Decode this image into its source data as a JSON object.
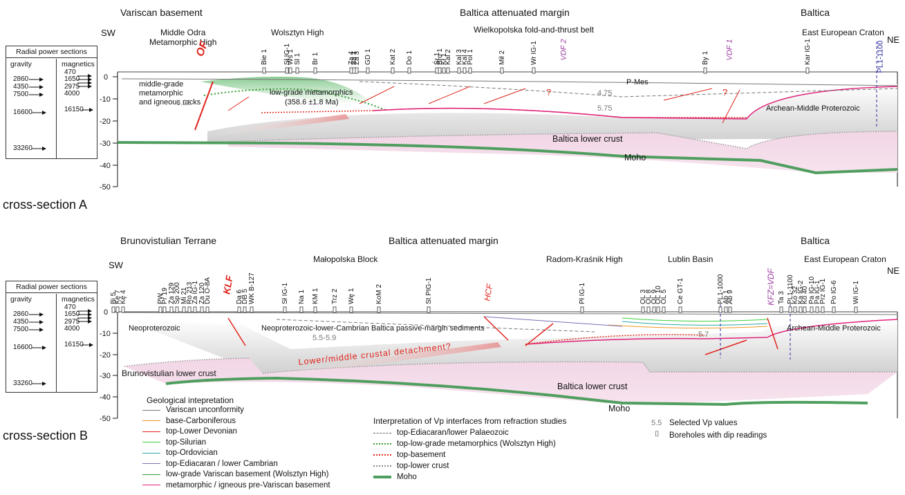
{
  "sectionA": {
    "label": "cross-section A",
    "sw": "SW",
    "ne": "NE",
    "regions": [
      "Variscan basement",
      "Baltica attenuated margin",
      "Baltica"
    ],
    "subregions": [
      "Middle Odra\nMetamorphic High",
      "Wolsztyn High",
      "Wielkopolska fold-and-thrust belt",
      "East European Craton"
    ],
    "fault": "OF",
    "wells": [
      "Bie 1",
      "Sł IG-1",
      "Ws 1",
      "Sl 1",
      "Br 1",
      "Za 4",
      "Za 1",
      "Za 3",
      "GD 1",
      "Kat 2",
      "Do 1",
      "Śr 1",
      "Bro 1",
      "Kł 1",
      "Kal 2",
      "Kal 3",
      "Kal 4",
      "Pol 1",
      "Mił 2",
      "Wr IG-1",
      "By 1",
      "Kar IG-1"
    ],
    "vdf2": "VDF 2",
    "vdf1": "VDF 1",
    "pl": "PL1-1100",
    "labels": {
      "mid_grade": "middle-grade\nmetamorphic\nand igneous rocks",
      "low_grade": "low-grade metamorphics\n(358.6 ±1.8 Ma)",
      "pmes": "P-Mes",
      "archean": "Archean-Middle Proterozoic",
      "lower_crust": "Baltica lower crust",
      "moho": "Moho"
    },
    "vp": [
      "6.20",
      "4.75",
      "5.75"
    ],
    "depths": [
      "0",
      "-10",
      "-20",
      "-30",
      "-40",
      "-50"
    ]
  },
  "sectionB": {
    "label": "cross-section B",
    "sw": "SW",
    "ne": "NE",
    "regions": [
      "Brunovistulian Terrane",
      "Baltica attenuated margin",
      "Baltica"
    ],
    "subregions": [
      "Małopolska Block",
      "Radom-Kraśnik High",
      "Lublin Basin",
      "East European Craton"
    ],
    "fault_klf": "KLF",
    "fault_hcf": "HCF",
    "fault_kfz": "KFZ=VDF",
    "wells_left": [
      "Bi 5",
      "Kę 7",
      "Kę 4",
      "PW",
      "Pr 19",
      "Za 129",
      "Sp 200",
      "Mi 21",
      "Ro 213",
      "Za IG-1",
      "Za 120",
      "Du O-8A",
      "Da 6",
      "DB 5",
      "WK B-127"
    ],
    "wells_mid": [
      "Sł IG-1",
      "Na 1",
      "KM 1",
      "Trz 2",
      "Wę 1",
      "KoM 2",
      "St PIG-1",
      "Pł IG-1"
    ],
    "wells_right": [
      "OL 3",
      "OL 8",
      "OL 9",
      "OL 10",
      "OL 5",
      "Ce GT-1",
      "PL1-1000",
      "Ab 1",
      "Ab 9",
      "Ta 3",
      "PL1-1100",
      "Ko 32",
      "Ka IG-2",
      "Ko 40",
      "Pa IG-10",
      "Pa IG-1",
      "Prz IG-1",
      "Po IG-6",
      "Wi IG-1"
    ],
    "labels": {
      "neoprot": "Neoproterozoic",
      "passive": "Neoproterozoic-lower-Cambrian Baltica passive-margin sediments",
      "detach": "Lower/middle crustal detachment?",
      "bru_lc": "Brunovistulian lower crust",
      "lower_crust": "Baltica lower crust",
      "archean": "Archean-Middle Proterozoic",
      "moho": "Moho"
    },
    "vp": [
      "5.5-5.9",
      "5.7"
    ],
    "depths": [
      "0",
      "-10",
      "-20",
      "-30",
      "-40",
      "-50"
    ]
  },
  "radial": {
    "title": "Radial power sections",
    "gravity": "gravity",
    "magnetics": "magnetics",
    "grav_vals": [
      "2860",
      "4350",
      "7500",
      "16600",
      "33260"
    ],
    "mag_vals": [
      "470",
      "1650",
      "2975",
      "4000",
      "16150"
    ]
  },
  "legend_geo": {
    "title": "Geological intepretation",
    "items": [
      {
        "label": "Variscan unconformity",
        "color": "#777777",
        "style": "solid"
      },
      {
        "label": "base-Carboniferous",
        "color": "#f0961e",
        "style": "solid"
      },
      {
        "label": "top-Lower Devonian",
        "color": "#e0231b",
        "style": "solid"
      },
      {
        "label": "top-Silurian",
        "color": "#3ccf3c",
        "style": "solid"
      },
      {
        "label": "top-Ordovician",
        "color": "#2aa7a7",
        "style": "solid"
      },
      {
        "label": "top-Ediacaran / lower Cambrian",
        "color": "#7a6fb8",
        "style": "solid"
      },
      {
        "label": "low-grade Variscan basement (Wolsztyn High)",
        "color": "#2f9a2f",
        "style": "solid"
      },
      {
        "label": "metamorphic / igneous pre-Variscan basement",
        "color": "#e0207a",
        "style": "solid"
      }
    ]
  },
  "legend_vp": {
    "title": "Interpretation of Vp interfaces from refraction studies",
    "items": [
      {
        "label": "top-Ediacaran/lower Palaeozoic",
        "color": "#666666",
        "style": "dash"
      },
      {
        "label": "top-low-grade metamorphics (Wolsztyn High)",
        "color": "#2f9a2f",
        "style": "dot"
      },
      {
        "label": "top-basement",
        "color": "#e0231b",
        "style": "dot"
      },
      {
        "label": "top-lower crust",
        "color": "#888888",
        "style": "dot"
      },
      {
        "label": "Moho",
        "color": "#4f9e5f",
        "style": "thick"
      }
    ]
  },
  "legend_extra": {
    "vp_value": "5.5",
    "vp_label": "Selected Vp values",
    "bh_label": "Boreholes with dip readings"
  }
}
